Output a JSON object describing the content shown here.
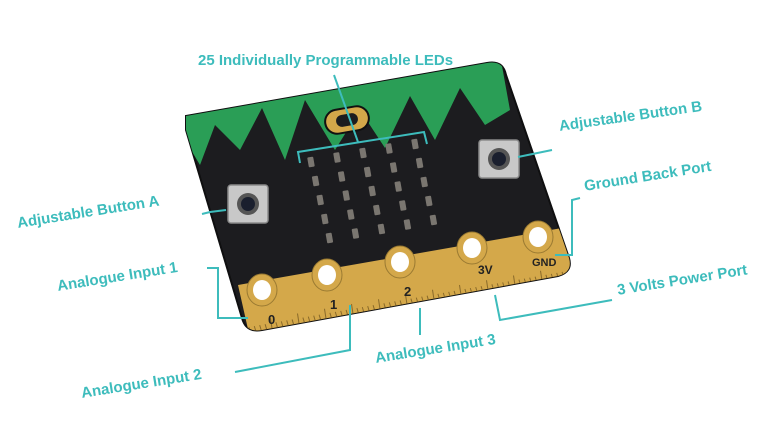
{
  "labels": {
    "leds": "25 Individually Programmable LEDs",
    "button_a": "Adjustable Button A",
    "button_b": "Adjustable Button B",
    "ground": "Ground Back Port",
    "power": "3 Volts Power Port",
    "input1": "Analogue Input 1",
    "input2": "Analogue Input 2",
    "input3": "Analogue Input 3"
  },
  "pins": {
    "p0": "0",
    "p1": "1",
    "p2": "2",
    "p3v": "3V",
    "gnd": "GND"
  },
  "colors": {
    "board": "#1c1c1f",
    "green": "#2a9e56",
    "gold": "#d4a84a",
    "callout": "#3dbcbc",
    "led": "#7a7670"
  }
}
